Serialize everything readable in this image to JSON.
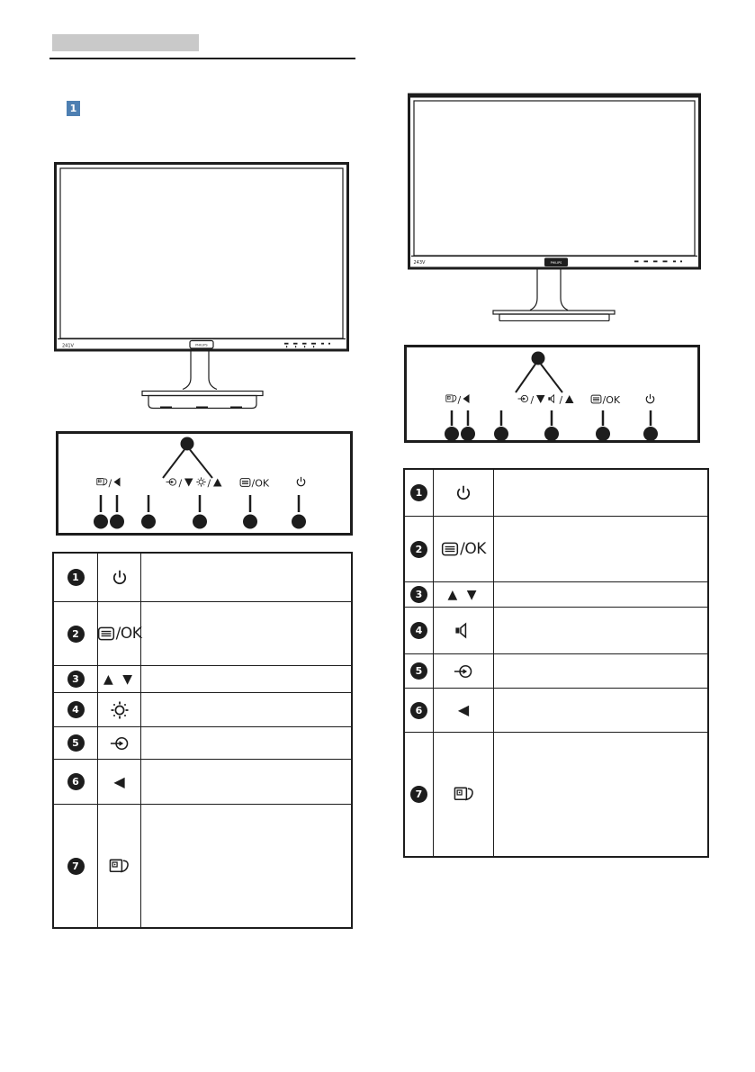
{
  "section": {
    "marker": "1"
  },
  "colors": {
    "ink": "#1d1d1d",
    "header_gray": "#c9c9c9",
    "marker_blue": "#4d7fb2"
  },
  "monitors": {
    "left": {
      "model": "241V",
      "brand": "PHILIPS"
    },
    "right": {
      "model": "243V",
      "brand": "PHILIPS"
    }
  },
  "glyphs": {
    "slash": "/",
    "menu_ok": "/OK",
    "updown": "▲ ▼",
    "up": "▲",
    "down": "▼",
    "back": "◀"
  },
  "left_table": {
    "rows": [
      {
        "num": "1",
        "icon": "power-icon",
        "desc": ""
      },
      {
        "num": "2",
        "icon": "menu-ok-icon",
        "desc": ""
      },
      {
        "num": "3",
        "icon": "up-down-icons",
        "desc": ""
      },
      {
        "num": "4",
        "icon": "brightness-icon",
        "desc": ""
      },
      {
        "num": "5",
        "icon": "input-source-icon",
        "desc": ""
      },
      {
        "num": "6",
        "icon": "back-icon",
        "desc": ""
      },
      {
        "num": "7",
        "icon": "smartimage-icon",
        "desc": ""
      }
    ]
  },
  "right_table": {
    "rows": [
      {
        "num": "1",
        "icon": "power-icon",
        "desc": ""
      },
      {
        "num": "2",
        "icon": "menu-ok-icon",
        "desc": ""
      },
      {
        "num": "3",
        "icon": "up-down-icons",
        "desc": ""
      },
      {
        "num": "4",
        "icon": "volume-icon",
        "desc": ""
      },
      {
        "num": "5",
        "icon": "input-source-icon",
        "desc": ""
      },
      {
        "num": "6",
        "icon": "back-icon",
        "desc": ""
      },
      {
        "num": "7",
        "icon": "smartimage-icon",
        "desc": ""
      }
    ]
  }
}
